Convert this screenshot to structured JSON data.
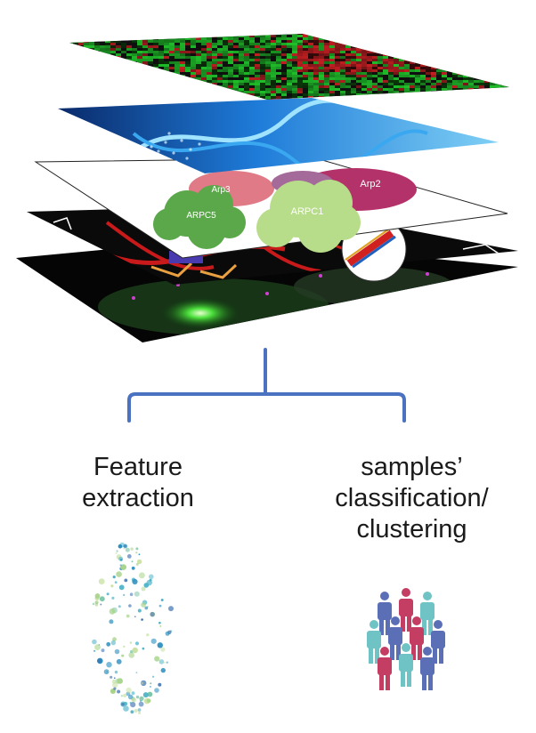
{
  "protein_layer": {
    "labels": [
      "Arp3",
      "Arp2",
      "ARPC5",
      "ARPC1"
    ]
  },
  "left_branch": {
    "label_lines": [
      "Feature",
      "extraction"
    ]
  },
  "right_branch": {
    "label_lines": [
      "samples’",
      "classification/",
      "clustering"
    ]
  },
  "colors": {
    "bracket": "#4a72c0",
    "heatmap_green": "#1fbf2a",
    "heatmap_red": "#c41f22",
    "protein_green": "#5aa84a",
    "protein_light_green": "#b8dd8a",
    "protein_pink": "#e07a86",
    "protein_magenta": "#b4326a",
    "people_blue": "#5b6fb6",
    "people_red": "#c43d63",
    "people_teal": "#6fc3c4"
  }
}
